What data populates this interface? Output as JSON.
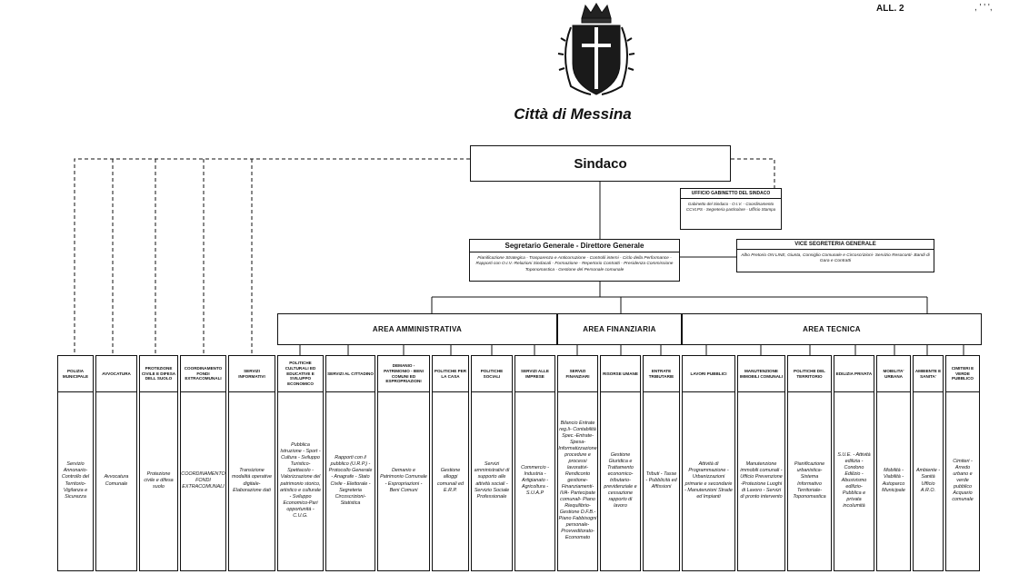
{
  "header": {
    "attachment": "ALL. 2",
    "city": "Città di Messina",
    "marks": ", ' ' ',"
  },
  "sindaco": {
    "label": "Sindaco"
  },
  "gabinetto": {
    "title": "UFFICIO GABINETTO DEL SINDACO",
    "desc": "Gabinetto del Sindaco - O.I.V. - Coordinamento CCVLPS - Segreteria particolare - Ufficio Stampa"
  },
  "segretario": {
    "title": "Segretario Generale - Direttore Generale",
    "desc": "Pianificazione Strategica - Trasparenza e Anticorruzione - Controlli interni - Ciclo della Performance - Rapporti con O.I.V.-Relazioni Sindacali - Formazione - Repertorio Contratti - Presidenza Commissione Toponomastica - Gestione del Personale comunale"
  },
  "vice": {
    "title": "VICE SEGRETERIA GENERALE",
    "desc": "Albo Pretorio ON LINE, Giunta, Consiglio Comunale e Circoscrizioni- Servizio Resoconti- Bandi di Gara e Contratti"
  },
  "areas": [
    {
      "label": "AREA AMMINISTRATIVA"
    },
    {
      "label": "AREA FINANZIARIA"
    },
    {
      "label": "AREA TECNICA"
    }
  ],
  "columns": [
    {
      "title": "POLIZIA MUNICIPALE",
      "body": "Servizio Annonario- Controllo del Territorio- Vigilanza e Sicurezza"
    },
    {
      "title": "AVVOCATURA",
      "body": "Avvocatura Comunale"
    },
    {
      "title": "PROTEZIONE CIVILE E DIFESA DELL SUOLO",
      "body": "Protezione civile e difesa suolo"
    },
    {
      "title": "COORDINAMENTO FONDI EXTRACOMUNALI",
      "body": "COORDINAMENTO FONDI EXTRACOMUNALI"
    },
    {
      "title": "SERVIZI INFORMATIVI",
      "body": "Transizione modalità operative digitale- Elaborazione dati"
    },
    {
      "title": "POLITICHE CULTURALI ED EDUCATIVE E SVILUPPO ECONOMICO",
      "body": "Pubblica Istruzione - Sport - Cultura - Sviluppo Turistico- Spettacolo - Valorizzazione del patrimonio storico, artistico e culturale - Sviluppo Economico-Pari opportunità -C.U.G."
    },
    {
      "title": "SERVIZI AL CITTADINO",
      "body": "Rapporti con il pubblico (U.R.P.) - Protocollo Generale - Anagrafe - Stato Civile - Elettorale - Segreteria Circoscrizioni- Statistica"
    },
    {
      "title": "DEMANIO - PATRIMONIO - BENI COMUNI ED ESPROPRIAZIONI",
      "body": "Demanio e Patrimonio Comunale - Espropriazioni - Beni Comuni"
    },
    {
      "title": "POLITICHE PER LA CASA",
      "body": "Gestione alloggi comunali ed E.R.P."
    },
    {
      "title": "POLITICHE SOCIALI",
      "body": "Servizi amministrativi di supporto alle attività sociali - Servizio Sociale Professionale"
    },
    {
      "title": "SERVIZI ALLE IMPRESE",
      "body": "Commercio - Industria - Artigianato - Agricoltura -S.U.A.P"
    },
    {
      "title": "SERVIZI FINANZIARI",
      "body": "Bilancio Entrate reg.li- Contabilità Spec.-Entrate- Spesa- Informatizzazione procedure e processi lavorativi- Rendiconto gestione- Finanziamenti- IVA- Partecipate comunali- Piano Riequilibrio- Gestione D.F.B.-Piano Fabbisogni personale- Provveditorato- Economato"
    },
    {
      "title": "RISORSE UMANE",
      "body": "Gestione Giuridica e Trattamento economico- tributario- previdenziale e cessazione rapporto di lavoro"
    },
    {
      "title": "ENTRATE TRIBUTARIE",
      "body": "Tributi - Tasse - Pubblicità ed Affissioni"
    },
    {
      "title": "LAVORI PUBBLICI",
      "body": "Attività di Programmazione - Urbanizzazioni primarie e secondarie - Manutenzioni Strade ed Impianti"
    },
    {
      "title": "MANUTENZIONE IMMOBILI COMUNALI",
      "body": "Manutenzione immobili comunali - Ufficio Prevenzione -Protezione Luoghi di Lavoro - Servizi di pronto intervento"
    },
    {
      "title": "POLITICHE DEL TERRITORIO",
      "body": "Pianificazione urbanistica- Sistema Informativo Territoriale- Toponomastica"
    },
    {
      "title": "EDILIZIA PRIVATA",
      "body": "S.U.E. - Attività edilizia - Condono Edilizio - Abusivismo edilizio- Pubblica e privata incolumità"
    },
    {
      "title": "MOBILITA' URBANA",
      "body": "Mobilità - Viabilità -Autoparco Municipale"
    },
    {
      "title": "AMBIENTE E SANITA'",
      "body": "Ambiente - Sanità Ufficio A.R.O."
    },
    {
      "title": "CIMITERI E VERDE PUBBLICO",
      "body": "Cimiteri - Arredo urbano e verde pubblico Acquario comunale"
    }
  ]
}
